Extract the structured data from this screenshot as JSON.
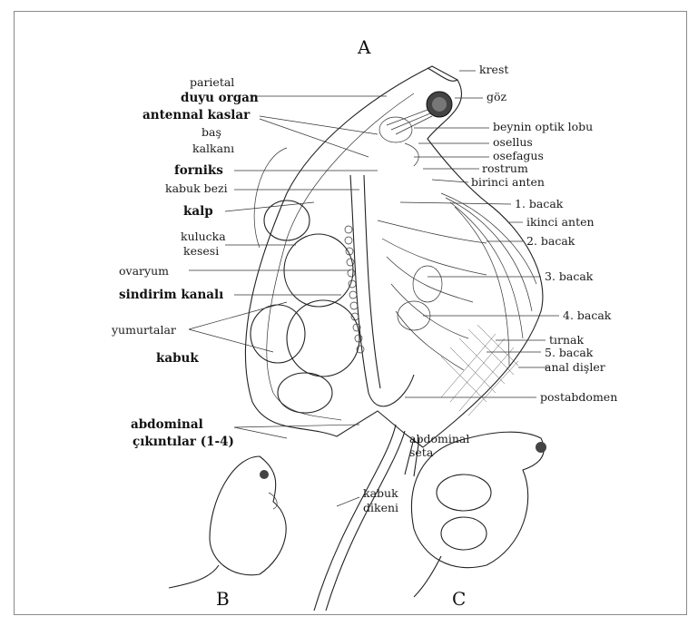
{
  "figure": {
    "panel_a": "A",
    "panel_b": "B",
    "panel_c": "C"
  },
  "labels_left": {
    "parietal": "parietal",
    "duyu_organ": "duyu organ",
    "antennal_kaslar": "antennal kaslar",
    "bas": "baş",
    "kalkani": "kalkanı",
    "forniks": "forniks",
    "kabuk_bezi": "kabuk bezi",
    "kalp": "kalp",
    "kulucka": "kulucka",
    "kesesi": "kesesi",
    "ovaryum": "ovaryum",
    "sindirim_kanali": "sindirim kanalı",
    "yumurtalar": "yumurtalar",
    "kabuk": "kabuk",
    "abdominal": "abdominal",
    "cikintilar": "çıkıntılar (1-4)"
  },
  "labels_right": {
    "krest": "krest",
    "goz": "göz",
    "beynin_optik_lobu": "beynin optik lobu",
    "osellus": "osellus",
    "osefagus": "osefagus",
    "rostrum": "rostrum",
    "birinci_anten": "birinci anten",
    "bacak1": "1. bacak",
    "ikinci_anten": "ikinci anten",
    "bacak2": "2. bacak",
    "bacak3": "3. bacak",
    "bacak4": "4. bacak",
    "tirnak": "tırnak",
    "bacak5": "5. bacak",
    "anal_disler": "anal dişler",
    "postabdomen": "postabdomen"
  },
  "labels_bottom": {
    "abdominal_seta_1": "abdominal",
    "abdominal_seta_2": "seta",
    "kabuk_dikeni_1": "kabuk",
    "kabuk_dikeni_2": "dikeni"
  }
}
